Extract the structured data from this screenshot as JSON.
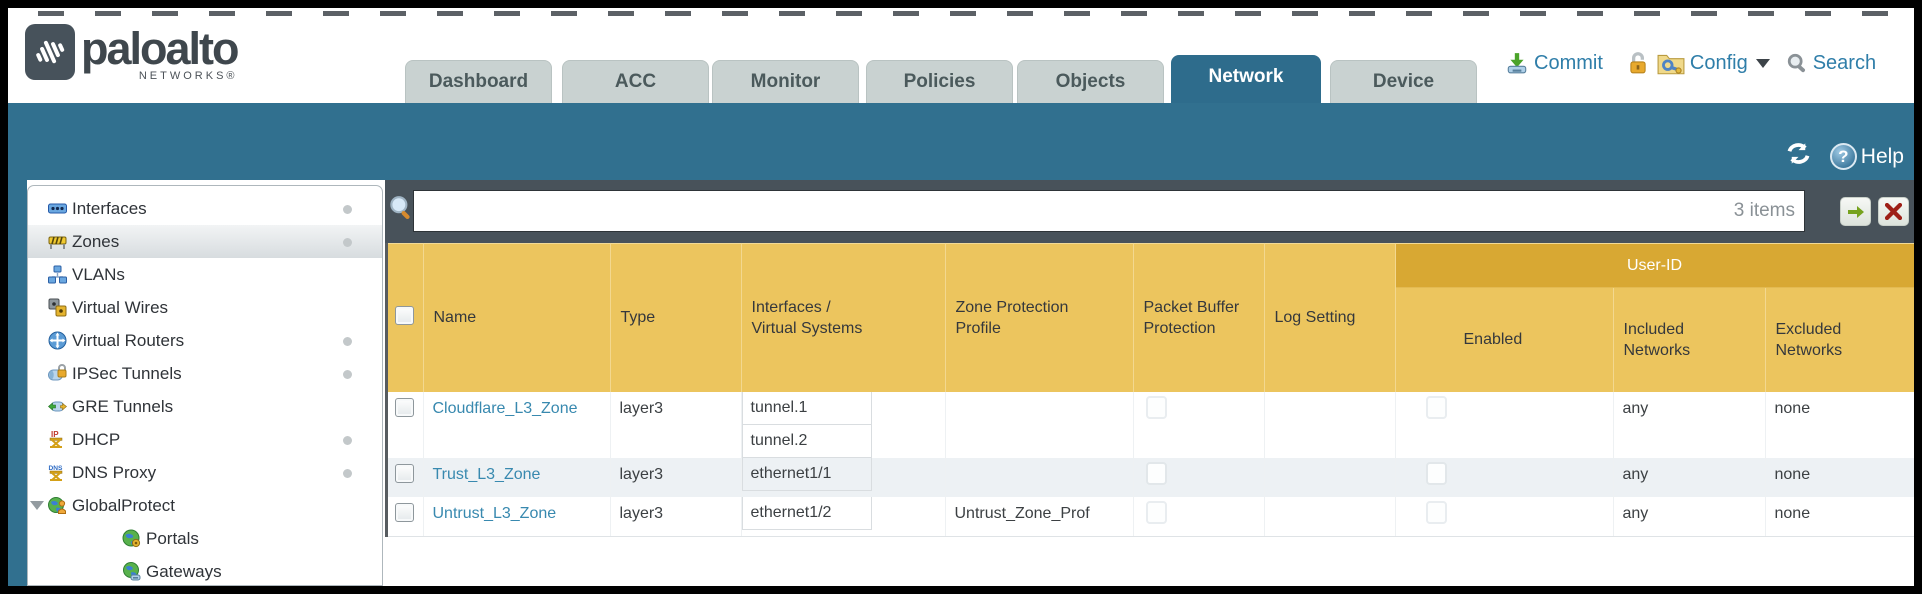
{
  "brand": {
    "name": "paloalto",
    "sub": "NETWORKS®"
  },
  "tabs": [
    {
      "label": "Dashboard",
      "active": false
    },
    {
      "label": "ACC",
      "active": false
    },
    {
      "label": "Monitor",
      "active": false
    },
    {
      "label": "Policies",
      "active": false
    },
    {
      "label": "Objects",
      "active": false
    },
    {
      "label": "Network",
      "active": true
    },
    {
      "label": "Device",
      "active": false
    }
  ],
  "utility": {
    "commit_label": "Commit",
    "config_label": "Config",
    "search_label": "Search"
  },
  "band": {
    "help_label": "Help"
  },
  "sidebar": {
    "items": [
      {
        "label": "Interfaces",
        "dot": true
      },
      {
        "label": "Zones",
        "dot": true,
        "selected": true
      },
      {
        "label": "VLANs"
      },
      {
        "label": "Virtual Wires"
      },
      {
        "label": "Virtual Routers",
        "dot": true
      },
      {
        "label": "IPSec Tunnels",
        "dot": true
      },
      {
        "label": "GRE Tunnels"
      },
      {
        "label": "DHCP",
        "dot": true
      },
      {
        "label": "DNS Proxy",
        "dot": true
      },
      {
        "label": "GlobalProtect",
        "expanded": true
      },
      {
        "label": "Portals",
        "child": true
      },
      {
        "label": "Gateways",
        "child": true
      }
    ]
  },
  "search_bar": {
    "input_value": "",
    "count_label": "3 items"
  },
  "table": {
    "group_header": "User-ID",
    "columns": [
      "Name",
      "Type",
      "Interfaces / Virtual Systems",
      "Zone Protection Profile",
      "Packet Buffer Protection",
      "Log Setting",
      "Enabled",
      "Included Networks",
      "Excluded Networks"
    ],
    "rows": [
      {
        "name": "Cloudflare_L3_Zone",
        "type": "layer3",
        "interfaces": [
          "tunnel.1",
          "tunnel.2"
        ],
        "zone_protection_profile": "",
        "packet_buffer_protection": false,
        "log_setting": "",
        "user_id_enabled": false,
        "included_networks": "any",
        "excluded_networks": "none"
      },
      {
        "name": "Trust_L3_Zone",
        "type": "layer3",
        "interfaces": [
          "ethernet1/1"
        ],
        "zone_protection_profile": "",
        "packet_buffer_protection": false,
        "log_setting": "",
        "user_id_enabled": false,
        "included_networks": "any",
        "excluded_networks": "none"
      },
      {
        "name": "Untrust_L3_Zone",
        "type": "layer3",
        "interfaces": [
          "ethernet1/2"
        ],
        "zone_protection_profile": "Untrust_Zone_Prof",
        "packet_buffer_protection": false,
        "log_setting": "",
        "user_id_enabled": false,
        "included_networks": "any",
        "excluded_networks": "none"
      }
    ]
  },
  "colors": {
    "accent_teal": "#31708f",
    "header_orange": "#ecc55e",
    "group_header_orange": "#d8a833",
    "link_blue": "#3889af",
    "toolbar_slate": "#48525a"
  }
}
